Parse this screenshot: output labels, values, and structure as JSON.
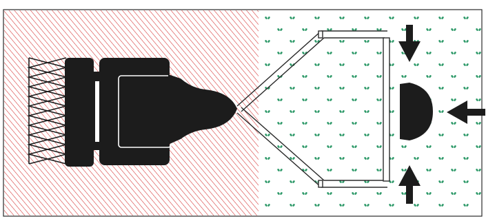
{
  "colors": {
    "hatch": "#d42a2a",
    "dot": "#2f9a6a",
    "ink": "#1c1c1c",
    "frame": "#2a2a2a",
    "background": "#ffffff"
  },
  "panels": {
    "left": {
      "fill": "red-diagonal-hatch"
    },
    "right": {
      "fill": "green-clover-dots"
    }
  },
  "icons": {
    "gripper": "tripod-gripper",
    "object": "half-dome-object",
    "arrows": [
      "arrow-down",
      "arrow-up",
      "arrow-left"
    ]
  }
}
